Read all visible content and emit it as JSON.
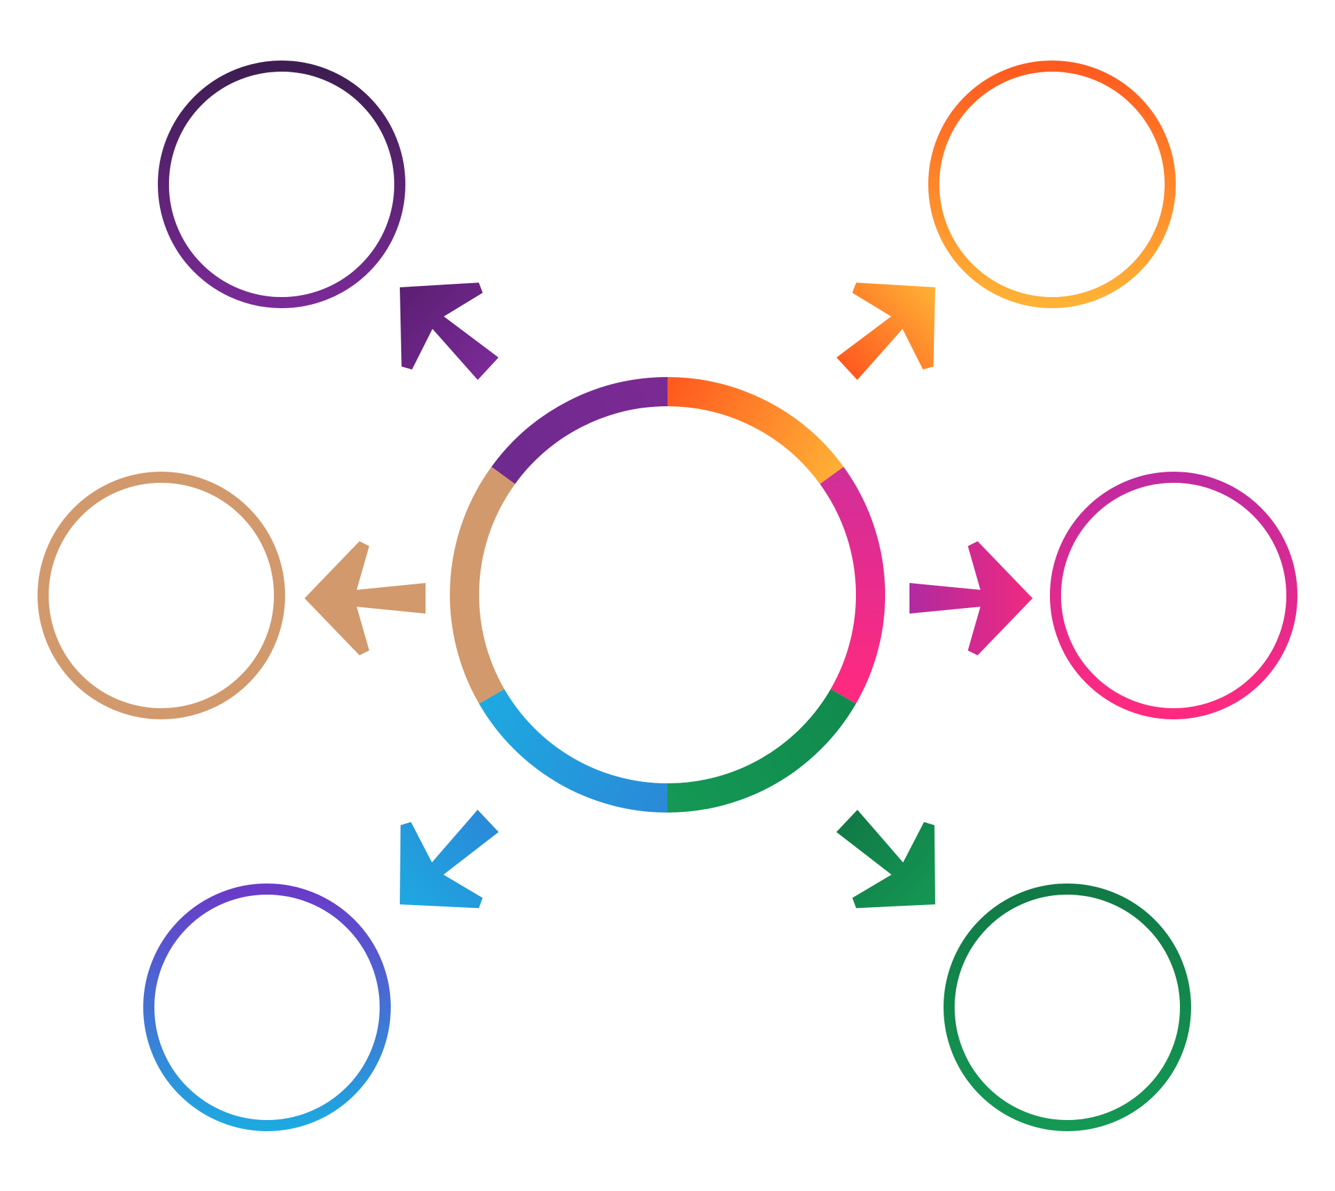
{
  "diagram": {
    "hub": {
      "segments": [
        {
          "id": "seg-top-left",
          "colors": [
            "#6E2A8E",
            "#7B2A93"
          ]
        },
        {
          "id": "seg-top-right",
          "colors": [
            "#FF5A1F",
            "#FFAE35"
          ]
        },
        {
          "id": "seg-right",
          "colors": [
            "#D22E98",
            "#FF2A7F"
          ]
        },
        {
          "id": "seg-bottom-right",
          "colors": [
            "#118A4E",
            "#149854"
          ]
        },
        {
          "id": "seg-bottom-left",
          "colors": [
            "#2A8AD8",
            "#1EA8E0"
          ]
        },
        {
          "id": "seg-left",
          "colors": [
            "#D2996C",
            "#D2996C"
          ]
        }
      ]
    },
    "nodes": [
      {
        "id": "node-top-left",
        "colors": [
          "#3E1D52",
          "#7A2A96"
        ],
        "arrow_colors": [
          "#7A2A96",
          "#5A1F72"
        ]
      },
      {
        "id": "node-top-right",
        "colors": [
          "#FF5A1F",
          "#FFB236"
        ],
        "arrow_colors": [
          "#FF5A1F",
          "#FFB236"
        ]
      },
      {
        "id": "node-right",
        "colors": [
          "#C02AA0",
          "#FF2A7F"
        ],
        "arrow_colors": [
          "#B02AA0",
          "#F02A80"
        ]
      },
      {
        "id": "node-bottom-right",
        "colors": [
          "#117A46",
          "#149854"
        ],
        "arrow_colors": [
          "#117A46",
          "#149854"
        ]
      },
      {
        "id": "node-bottom-left",
        "colors": [
          "#6A3AC8",
          "#1EA8E0"
        ],
        "arrow_colors": [
          "#2A8AD8",
          "#1EA8E0"
        ]
      },
      {
        "id": "node-left",
        "colors": [
          "#D2996C",
          "#D2996C"
        ],
        "arrow_colors": [
          "#D2996C",
          "#D2996C"
        ]
      }
    ]
  }
}
